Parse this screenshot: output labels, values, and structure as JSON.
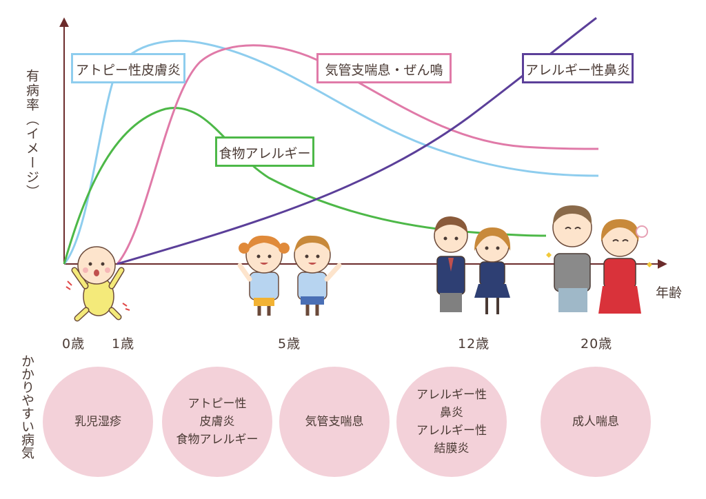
{
  "y_axis_label": "有病率（イメージ）",
  "x_axis_label": "年齢",
  "ages": [
    "0歳",
    "1歳",
    "5歳",
    "12歳",
    "20歳"
  ],
  "curves": [
    {
      "name": "アトピー性皮膚炎",
      "color": "#8ecdee"
    },
    {
      "name": "気管支喘息・ぜん鳴",
      "color": "#e07aa8"
    },
    {
      "name": "食物アレルギー",
      "color": "#4db848"
    },
    {
      "name": "アレルギー性鼻炎",
      "color": "#5b3f99"
    }
  ],
  "diseases_label": "かかりやすい病気",
  "diseases": [
    {
      "lines": [
        "乳児湿疹"
      ]
    },
    {
      "lines": [
        "アトピー性",
        "皮膚炎",
        "食物アレルギー"
      ]
    },
    {
      "lines": [
        "気管支喘息"
      ]
    },
    {
      "lines": [
        "アレルギー性",
        "鼻炎",
        "アレルギー性",
        "結膜炎"
      ]
    },
    {
      "lines": [
        "成人喘息"
      ]
    }
  ],
  "colors": {
    "axis": "#6b2b2b",
    "circle": "#f3d1d9",
    "text": "#4a3a34"
  }
}
